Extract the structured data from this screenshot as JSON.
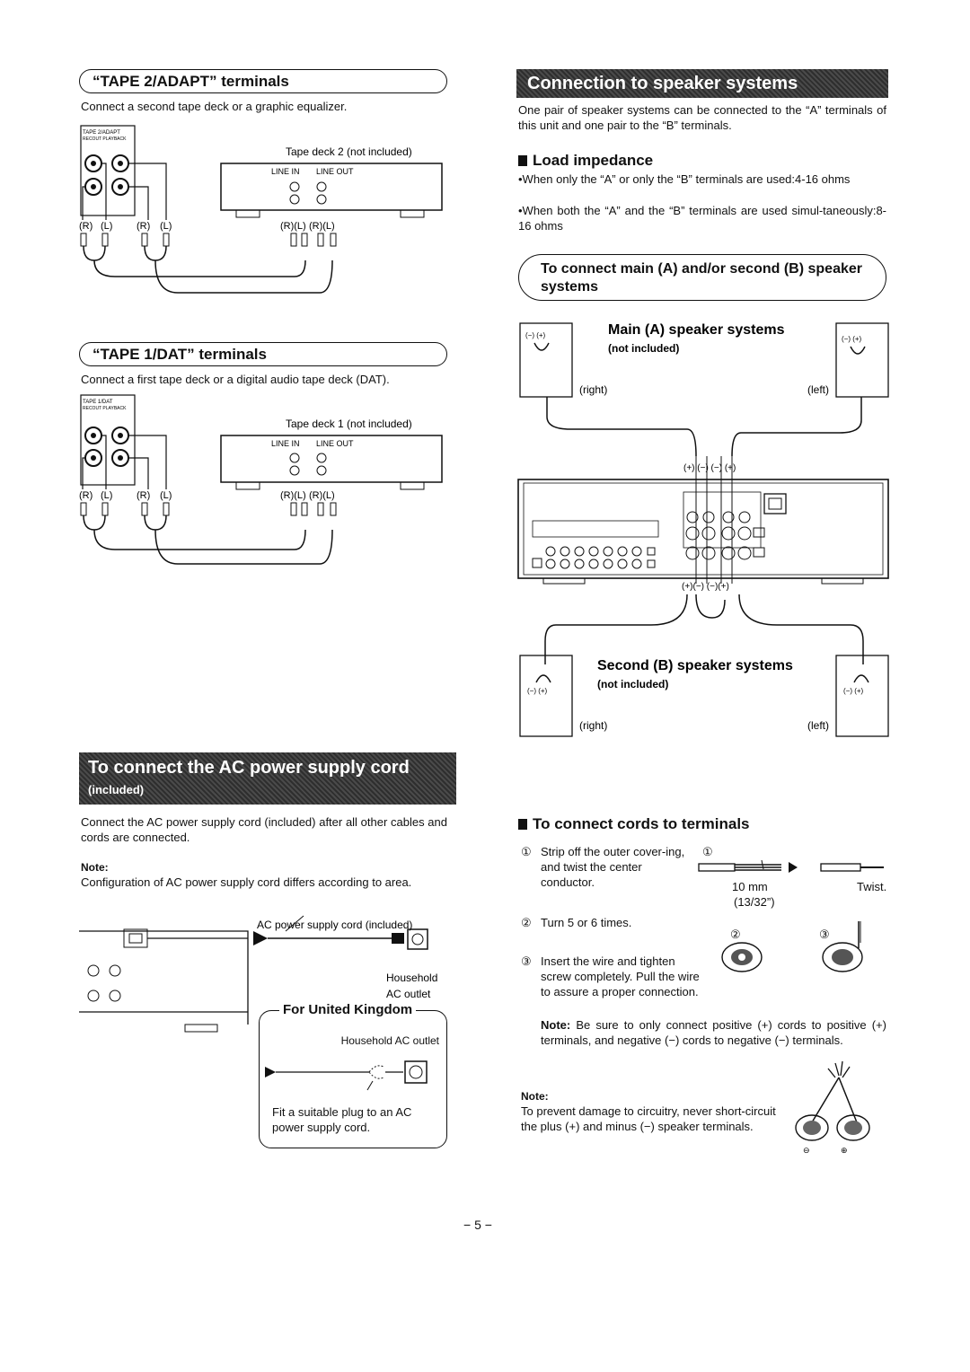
{
  "left": {
    "tape2": {
      "title": "“TAPE 2/ADAPT” terminals",
      "desc": "Connect a second tape deck or a graphic equalizer.",
      "panel_label": "TAPE 2/ADAPT",
      "panel_sub": "RECOUT PLAYBACK",
      "deck_label": "Tape deck 2 (not included)",
      "line_in": "LINE IN",
      "line_out": "LINE OUT",
      "r": "(R)",
      "l": "(L)",
      "rl": "(R)(L)"
    },
    "tape1": {
      "title": "“TAPE 1/DAT” terminals",
      "desc": "Connect a first tape deck or a digital audio tape deck (DAT).",
      "panel_label": "TAPE 1/DAT",
      "panel_sub": "RECOUT PLAYBACK",
      "deck_label": "Tape deck 1 (not included)",
      "line_in": "LINE IN",
      "line_out": "LINE OUT",
      "r": "(R)",
      "l": "(L)",
      "rl": "(R)(L)"
    },
    "ac": {
      "banner_title": "To connect the AC power supply cord",
      "banner_sub": "(included)",
      "desc": "Connect the AC power supply cord (included) after all other cables and cords are connected.",
      "note_label": "Note:",
      "note_text": "Configuration of AC power supply cord differs according to area.",
      "cord_label": "AC power supply cord (included)",
      "outlet_label_1": "Household",
      "outlet_label_2": "AC outlet",
      "uk_title": "For United Kingdom",
      "uk_outlet": "Household AC outlet",
      "uk_text": "Fit a suitable plug to an AC power supply cord."
    }
  },
  "right": {
    "banner_title": "Connection to speaker systems",
    "intro": "One pair of speaker systems can be connected to the “A” terminals of this unit and one pair to the “B” terminals.",
    "load": {
      "title": "Load impedance",
      "b1": "•When only the “A” or only the “B” terminals are used:4-16 ohms",
      "b2": "•When both the “A” and the “B” terminals are used simul-taneously:8-16 ohms"
    },
    "connect_title": "To connect main (A) and/or second (B) speaker systems",
    "main": {
      "title": "Main (A) speaker systems",
      "sub": "(not included)",
      "right": "(right)",
      "left": "(left)",
      "pol": "(+) (−) (−) (+)"
    },
    "second": {
      "title": "Second (B) speaker systems",
      "sub": "(not included)",
      "right": "(right)",
      "left": "(left)",
      "pol": "(+)(−) (−)(+)"
    },
    "cords": {
      "title": "To connect cords to terminals",
      "step1": "Strip off the outer cover-ing, and twist the center conductor.",
      "mm": "10 mm",
      "inch": "(13/32”)",
      "twist": "Twist.",
      "step2": "Turn 5 or 6 times.",
      "step3": "Insert the wire and tighten screw completely. Pull the wire to assure a proper connection.",
      "note_bold": "Note:",
      "note_text": "Be sure to only connect positive (+) cords to positive (+) terminals, and negative (−) cords to negative (−) terminals.",
      "note2_label": "Note:",
      "note2_text": "To prevent damage to circuitry, never short-circuit the plus (+) and minus (−) speaker terminals.",
      "n1": "①",
      "n2": "②",
      "n3": "③"
    }
  },
  "page_number": "− 5 −"
}
